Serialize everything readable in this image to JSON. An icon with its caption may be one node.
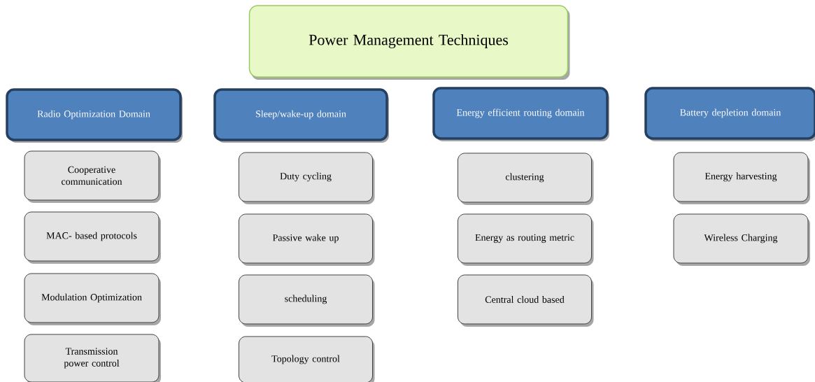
{
  "diagram": {
    "nodes": [
      {
        "text": [
          "Power Management Techniques"
        ]
      },
      {
        "text": [
          "Radio Optimization Domain"
        ]
      },
      {
        "text": [
          "Cooperative communication"
        ]
      },
      {
        "text": [
          "MAC- based protocols"
        ]
      },
      {
        "text": [
          "Modulation Optimization"
        ]
      },
      {
        "text": [
          "Transmission power control"
        ]
      },
      {
        "text": [
          "Sleep/wake-up domain"
        ]
      },
      {
        "text": [
          "Duty cycling"
        ]
      },
      {
        "text": [
          "Passive wake up"
        ]
      },
      {
        "text": [
          "scheduling"
        ]
      },
      {
        "text": [
          "Topology control"
        ]
      },
      {
        "text": [
          "Energy efficient routing domain"
        ]
      },
      {
        "text": [
          "clustering"
        ]
      },
      {
        "text": [
          "Energy as routing metric"
        ]
      },
      {
        "text": [
          "Central cloud based"
        ]
      },
      {
        "text": [
          "Battery depletion domain"
        ]
      },
      {
        "text": [
          "Energy harvesting"
        ]
      },
      {
        "text": [
          "Wireless Charging"
        ]
      }
    ]
  }
}
